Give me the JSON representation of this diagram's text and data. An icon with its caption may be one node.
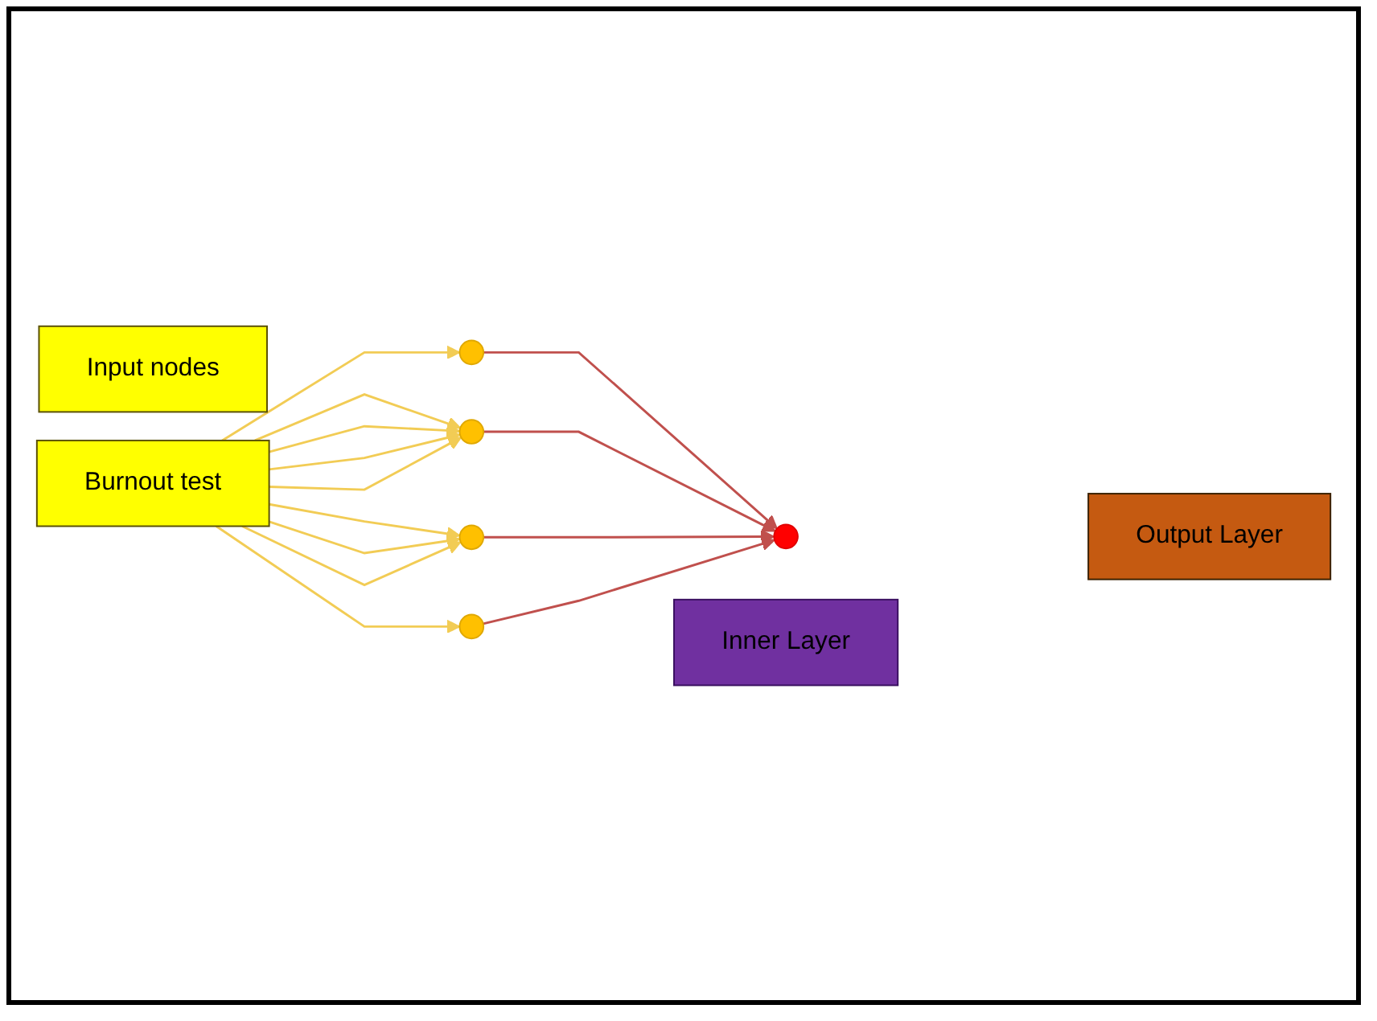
{
  "diagram": {
    "nodes": [
      {
        "text": [
          "Input nodes"
        ]
      },
      {
        "text": [
          "Burnout test"
        ]
      },
      {
        "text": [],
        "shape": "circle"
      },
      {
        "text": [],
        "shape": "circle"
      },
      {
        "text": [],
        "shape": "circle"
      },
      {
        "text": [],
        "shape": "circle"
      },
      {
        "text": [],
        "shape": "circle"
      },
      {
        "text": [
          "Inner Layer"
        ]
      },
      {
        "text": [
          "Output Layer"
        ]
      }
    ],
    "edges": [
      {
        "from": 1,
        "to": 2,
        "arrow": "to"
      },
      {
        "from": 1,
        "to": 3,
        "arrow": "to"
      },
      {
        "from": 1,
        "to": 3,
        "arrow": "to"
      },
      {
        "from": 1,
        "to": 3,
        "arrow": "to"
      },
      {
        "from": 1,
        "to": 3,
        "arrow": "to"
      },
      {
        "from": 1,
        "to": 4,
        "arrow": "to"
      },
      {
        "from": 1,
        "to": 4,
        "arrow": "to"
      },
      {
        "from": 1,
        "to": 4,
        "arrow": "to"
      },
      {
        "from": 1,
        "to": 5,
        "arrow": "to"
      },
      {
        "from": 2,
        "to": 6,
        "arrow": "to",
        "color": "#c0504d"
      },
      {
        "from": 3,
        "to": 6,
        "arrow": "to",
        "color": "#c0504d"
      },
      {
        "from": 4,
        "to": 6,
        "arrow": "to",
        "color": "#c0504d"
      },
      {
        "from": 5,
        "to": 6,
        "arrow": "to",
        "color": "#c0504d"
      }
    ]
  }
}
